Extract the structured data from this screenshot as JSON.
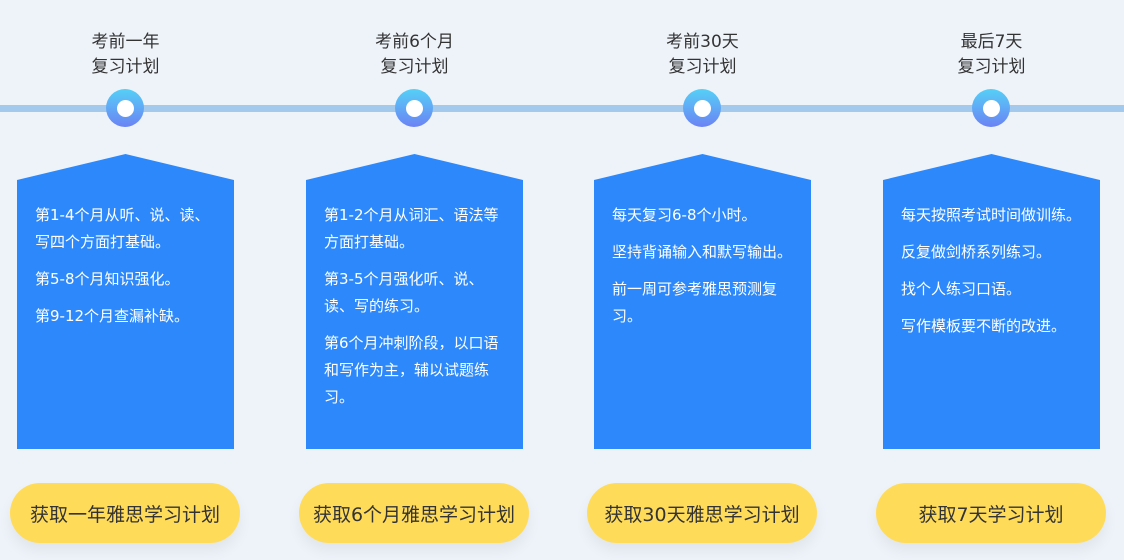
{
  "plans": [
    {
      "title1": "考前一年",
      "title2": "复习计划",
      "items": [
        "第1-4个月从听、说、读、写四个方面打基础。",
        "第5-8个月知识强化。",
        "第9-12个月查漏补缺。"
      ],
      "button": "获取一年雅思学习计划"
    },
    {
      "title1": "考前6个月",
      "title2": "复习计划",
      "items": [
        "第1-2个月从词汇、语法等方面打基础。",
        "第3-5个月强化听、说、读、写的练习。",
        "第6个月冲刺阶段，以口语和写作为主，辅以试题练习。"
      ],
      "button": "获取6个月雅思学习计划"
    },
    {
      "title1": "考前30天",
      "title2": "复习计划",
      "items": [
        "每天复习6-8个小时。",
        "坚持背诵输入和默写输出。",
        "前一周可参考雅思预测复习。"
      ],
      "button": "获取30天雅思学习计划"
    },
    {
      "title1": "最后7天",
      "title2": "复习计划",
      "items": [
        "每天按照考试时间做训练。",
        "反复做剑桥系列练习。",
        "找个人练习口语。",
        "写作模板要不断的改进。"
      ],
      "button": "获取7天学习计划"
    }
  ]
}
